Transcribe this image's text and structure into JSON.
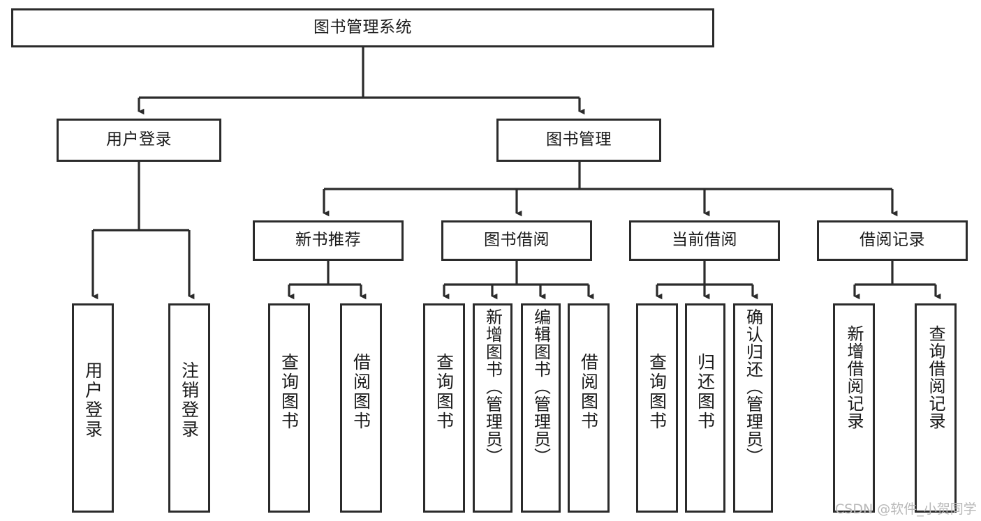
{
  "diagram": {
    "title": "图书管理系统",
    "root": {
      "label": "图书管理系统"
    },
    "level2": [
      {
        "label": "用户登录"
      },
      {
        "label": "图书管理"
      }
    ],
    "level3": [
      {
        "label": "新书推荐"
      },
      {
        "label": "图书借阅"
      },
      {
        "label": "当前借阅"
      },
      {
        "label": "借阅记录"
      }
    ],
    "leaves": [
      {
        "label": "用户登录"
      },
      {
        "label": "注销登录"
      },
      {
        "label": "查询图书"
      },
      {
        "label": "借阅图书"
      },
      {
        "label": "查询图书"
      },
      {
        "label": "新增图书（管理员）"
      },
      {
        "label": "编辑图书（管理员）"
      },
      {
        "label": "借阅图书"
      },
      {
        "label": "查询图书"
      },
      {
        "label": "归还图书"
      },
      {
        "label": "确认归还（管理员）"
      },
      {
        "label": "新增借阅记录"
      },
      {
        "label": "查询借阅记录"
      }
    ]
  },
  "watermark": {
    "text": "CSDN @软件_小贺同学"
  },
  "colors": {
    "stroke": "#2b2b2b",
    "background": "#ffffff",
    "text": "#1a1a1a",
    "watermark": "#b8b8b8"
  }
}
